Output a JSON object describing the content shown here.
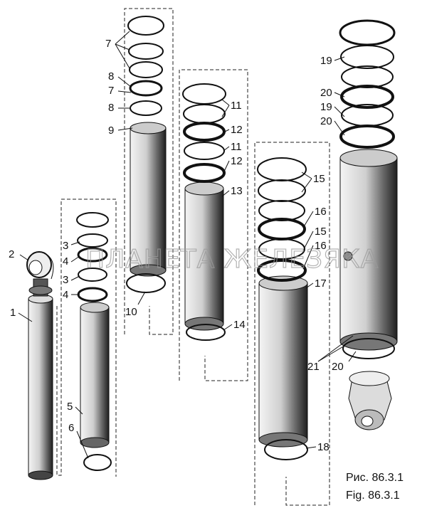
{
  "figure": {
    "caption_ru": "Рис. 86.3.1",
    "caption_en": "Fig. 86.3.1",
    "watermark": "ПЛАНЕТА ЖЕЛЕЗЯКА",
    "callouts": [
      "1",
      "2",
      "3",
      "4",
      "3",
      "4",
      "5",
      "6",
      "7",
      "8",
      "7",
      "8",
      "9",
      "10",
      "11",
      "12",
      "11",
      "12",
      "13",
      "14",
      "15",
      "16",
      "15",
      "16",
      "17",
      "18",
      "19",
      "20",
      "19",
      "20",
      "21",
      "20"
    ]
  }
}
